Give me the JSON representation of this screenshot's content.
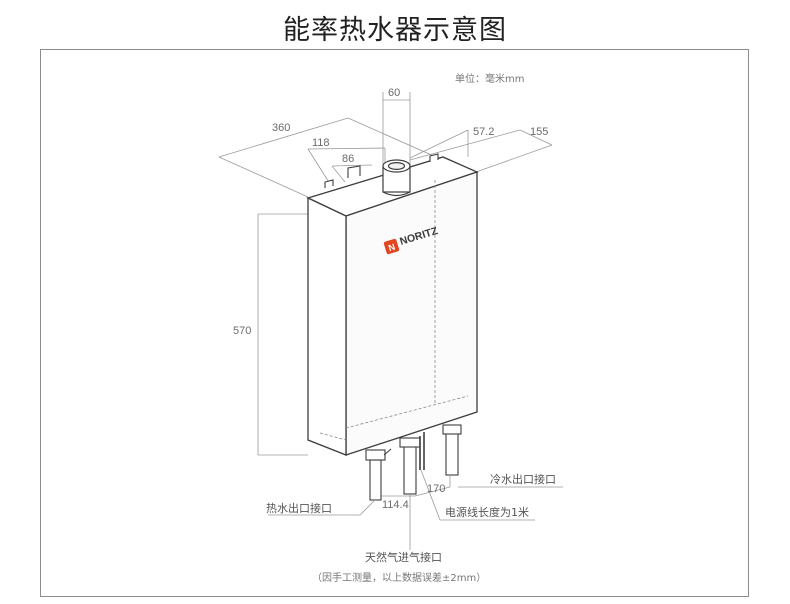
{
  "title": "能率热水器示意图",
  "unit_note": "单位：毫米mm",
  "brand": {
    "badge": "N",
    "name": "NORITZ",
    "color": "#e3461f"
  },
  "dimensions": {
    "flue_diameter": "60",
    "depth": "360",
    "bracket_spacing": "118",
    "bracket_offset": "86",
    "flue_offset": "57.2",
    "side_offset": "155",
    "height": "570",
    "pipe_spacing_hot_gas": "114.4",
    "pipe_spacing_gas_cold": "170"
  },
  "labels": {
    "cold_water": "冷水出口接口",
    "hot_water": "热水出口接口",
    "power_cable": "电源线长度为1米",
    "gas_inlet": "天然气进气接口"
  },
  "footnote": "（因手工测量，以上数据误差±2mm）"
}
